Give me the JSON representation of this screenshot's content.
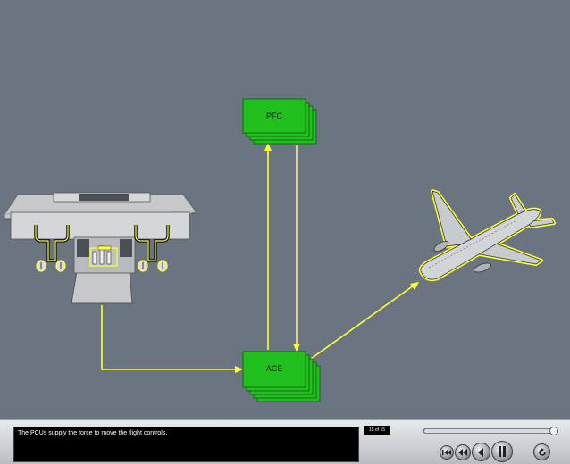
{
  "diagram": {
    "pfc_label": "PFC",
    "ace_label": "ACE"
  },
  "player": {
    "caption": "The PCUs supply the force to move the flight controls.",
    "page_counter": "15 of 15",
    "progress": 1.0,
    "buttons": [
      {
        "name": "rewind-button",
        "icon": "rewind-icon"
      },
      {
        "name": "back-button",
        "icon": "back-icon"
      },
      {
        "name": "play-button",
        "icon": "play-icon"
      },
      {
        "name": "pause-button",
        "icon": "pause-icon"
      },
      {
        "name": "replay-button",
        "icon": "replay-icon"
      }
    ]
  },
  "colors": {
    "background": "#6b7581",
    "box_green": "#22c01e",
    "arrow_yellow": "#ffff33",
    "caption_bg": "#000000"
  }
}
